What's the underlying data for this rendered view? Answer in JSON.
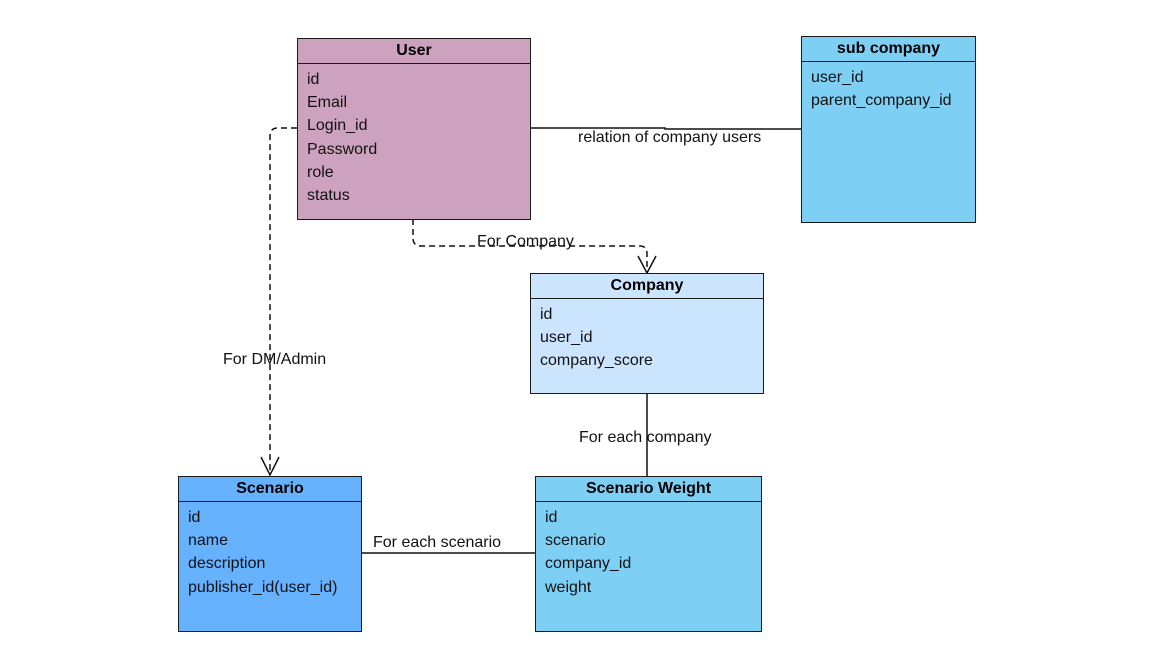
{
  "entities": {
    "user": {
      "title": "User",
      "color": "#cda2be",
      "fields": [
        "id",
        "Email",
        "Login_id",
        "Password",
        "role",
        "status"
      ]
    },
    "sub_company": {
      "title": "sub company",
      "color": "#7ecff4",
      "fields": [
        "user_id",
        "parent_company_id"
      ]
    },
    "company": {
      "title": "Company",
      "color": "#cce5ff",
      "fields": [
        "id",
        "user_id",
        "company_score"
      ]
    },
    "scenario": {
      "title": "Scenario",
      "color": "#66b2ff",
      "fields": [
        "id",
        "name",
        "description",
        "publisher_id(user_id)"
      ]
    },
    "scenario_weight": {
      "title": "Scenario Weight",
      "color": "#7ecff4",
      "fields": [
        "id",
        "scenario",
        "company_id",
        "weight"
      ]
    }
  },
  "relations": {
    "user_sub_company": "relation of company users",
    "user_company": "For Company",
    "user_scenario": "For DM/Admin",
    "company_scenario_weight": "For each company",
    "scenario_scenario_weight": "For each scenario"
  }
}
